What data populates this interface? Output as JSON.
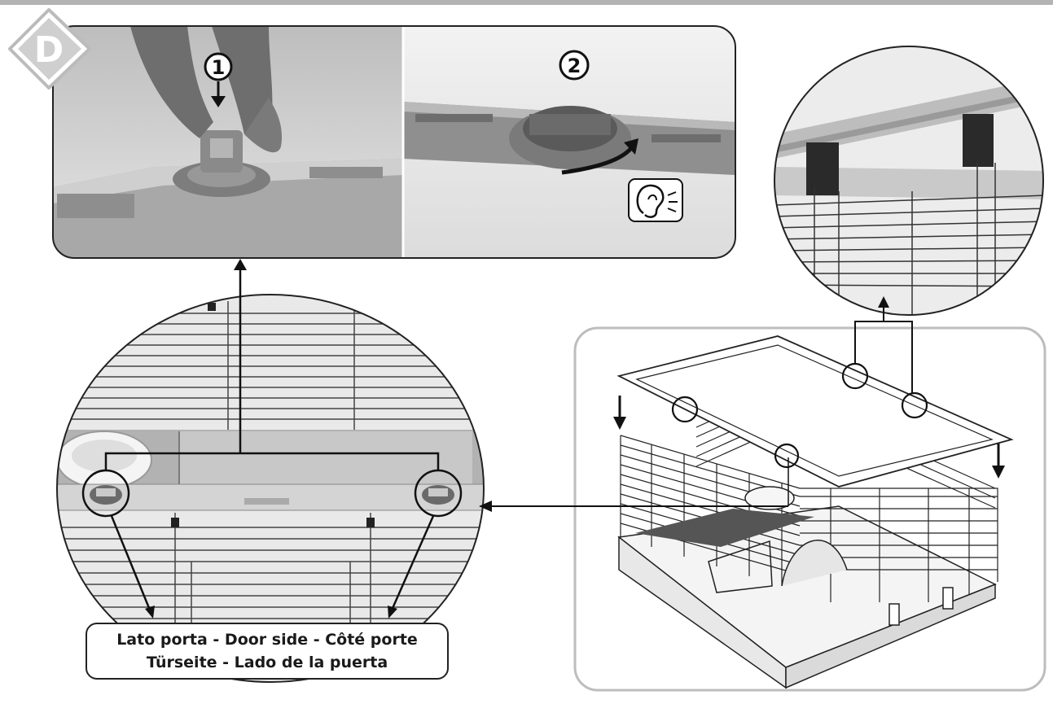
{
  "section_letter": "D",
  "steps": [
    {
      "number": "1"
    },
    {
      "number": "2"
    }
  ],
  "caption": {
    "line1": "Lato porta - Door side - Côté porte",
    "line2": "Türseite - Lado de la puerta"
  },
  "icons": [
    "hand-pressing-clip-icon",
    "ear-click-sound-icon",
    "down-arrow-icon",
    "curved-arrow-icon"
  ],
  "colors": {
    "frame_gray": "#9a9a9a",
    "photo_bg": "#d8d8d8",
    "line": "#222222"
  }
}
